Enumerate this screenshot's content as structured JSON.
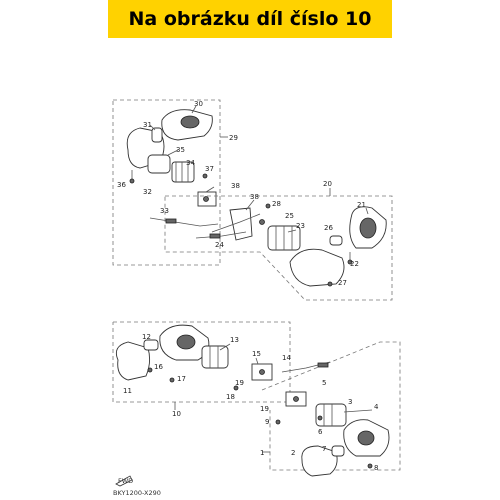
{
  "header": {
    "title": "Na obrázku díl číslo 10"
  },
  "diagram_code": "BKY1200-X290",
  "fwd_label": "FWD",
  "parts": {
    "p1": "1",
    "p2": "2",
    "p3": "3",
    "p4": "4",
    "p5": "5",
    "p6": "6",
    "p7": "7",
    "p8": "8",
    "p9": "9",
    "p10": "10",
    "p11": "11",
    "p12": "12",
    "p13": "13",
    "p14": "14",
    "p15": "15",
    "p16": "16",
    "p17": "17",
    "p18": "18",
    "p19": "19",
    "p20": "20",
    "p21": "21",
    "p22": "22",
    "p23": "23",
    "p24": "24",
    "p25": "25",
    "p26": "26",
    "p27": "27",
    "p28": "28",
    "p29": "29",
    "p30": "30",
    "p31": "31",
    "p32": "32",
    "p33": "33",
    "p34": "34",
    "p35": "35",
    "p36": "36",
    "p37": "37",
    "p38": "38",
    "p38b": "38",
    "p19b": "19"
  }
}
